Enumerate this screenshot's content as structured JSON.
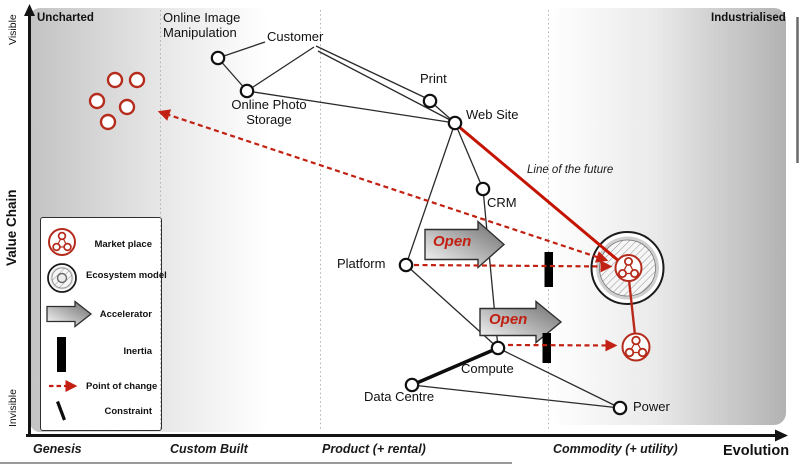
{
  "colors": {
    "red": "#c22012",
    "future_line_red": "#c41300",
    "inertia_black": "#000000"
  },
  "regions": {
    "uncharted": "Uncharted",
    "industrialised": "Industrialised"
  },
  "axis": {
    "y_title": "Value Chain",
    "y_top": "Visible",
    "y_bottom": "Invisible",
    "x_title": "Evolution",
    "stages": [
      {
        "label": "Genesis"
      },
      {
        "label": "Custom Built"
      },
      {
        "label": "Product (+ rental)"
      },
      {
        "label": "Commodity (+ utility)"
      }
    ]
  },
  "nodes": [
    {
      "id": "online-image-manipulation",
      "label": "Online Image Manipulation"
    },
    {
      "id": "customer",
      "label": "Customer"
    },
    {
      "id": "online-photo-storage",
      "label": "Online Photo Storage"
    },
    {
      "id": "print",
      "label": "Print"
    },
    {
      "id": "web-site",
      "label": "Web Site"
    },
    {
      "id": "crm",
      "label": "CRM"
    },
    {
      "id": "platform",
      "label": "Platform"
    },
    {
      "id": "compute",
      "label": "Compute"
    },
    {
      "id": "data-centre",
      "label": "Data Centre"
    },
    {
      "id": "power",
      "label": "Power"
    }
  ],
  "annotations": {
    "line_of_future": "Line of the future",
    "open_platform": "Open",
    "open_compute": "Open"
  },
  "legend": {
    "items": [
      {
        "icon": "market-place-icon",
        "label": "Market place"
      },
      {
        "icon": "ecosystem-model-icon",
        "label": "Ecosystem model"
      },
      {
        "icon": "accelerator-icon",
        "label": "Accelerator"
      },
      {
        "icon": "inertia-icon",
        "label": "Inertia"
      },
      {
        "icon": "point-of-change-icon",
        "label": "Point of change"
      },
      {
        "icon": "constraint-icon",
        "label": "Constraint"
      }
    ]
  }
}
